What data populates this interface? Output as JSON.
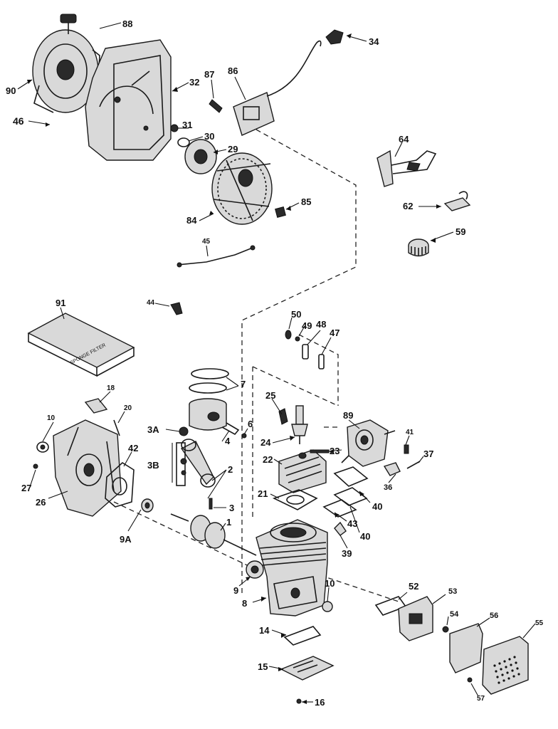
{
  "labels": {
    "p88": "88",
    "p34": "34",
    "p90": "90",
    "p87": "87",
    "p86": "86",
    "p32": "32",
    "p46": "46",
    "p31": "31",
    "p30": "30",
    "p29": "29",
    "p64": "64",
    "p85": "85",
    "p84": "84",
    "p62": "62",
    "p59": "59",
    "p45": "45",
    "p91": "91",
    "p44": "44",
    "p50": "50",
    "p49": "49",
    "p48": "48",
    "p47": "47",
    "p7": "7",
    "p18": "18",
    "p20": "20",
    "p25": "25",
    "p89": "89",
    "p10": "10",
    "p3A": "3A",
    "p6": "6",
    "p41": "41",
    "p4": "4",
    "p24": "24",
    "p23": "23",
    "p42": "42",
    "p37": "37",
    "p22": "22",
    "p3B": "3B",
    "p2": "2",
    "p27": "27",
    "p36": "36",
    "p26": "26",
    "p21": "21",
    "p40a": "40",
    "p3": "3",
    "p43": "43",
    "p9A": "9A",
    "p1": "1",
    "p40b": "40",
    "p39": "39",
    "p9": "9",
    "p52": "52",
    "p53": "53",
    "p10b": "10",
    "p8": "8",
    "p54": "54",
    "p56": "56",
    "p55": "55",
    "p14": "14",
    "p15": "15",
    "p57": "57",
    "p16": "16"
  },
  "filter_text": "SPONGE FILTER"
}
